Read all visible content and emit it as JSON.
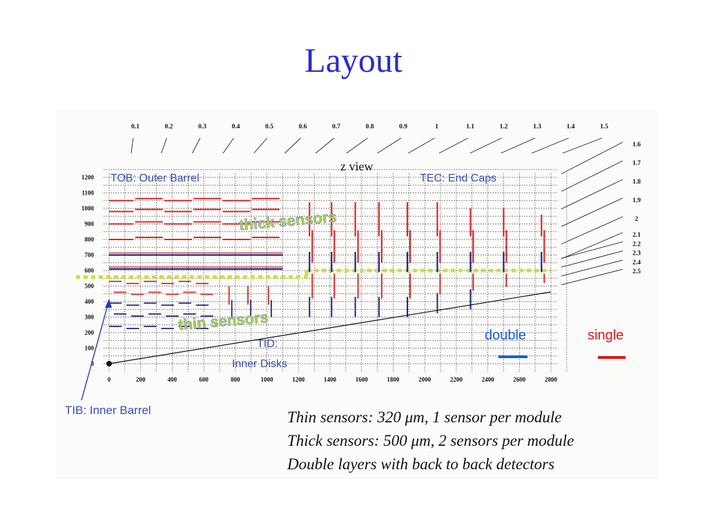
{
  "slide": {
    "title": "Layout"
  },
  "figure": {
    "eta_labels": [
      "0.1",
      "0.2",
      "0.3",
      "0.4",
      "0.5",
      "0.6",
      "0.7",
      "0.8",
      "0.9",
      "1",
      "1.1",
      "1.2",
      "1.3",
      "1.4",
      "1.5",
      "1.6",
      "1.7",
      "1.8",
      "1.9",
      "2",
      "2.1",
      "2.2",
      "2.3",
      "2.4",
      "2.5"
    ],
    "r_ticks": [
      "1200",
      "1100",
      "1000",
      "900",
      "800",
      "700",
      "600",
      "500",
      "400",
      "300",
      "200",
      "100",
      "0"
    ],
    "z_ticks": [
      "0",
      "200",
      "400",
      "600",
      "800",
      "1000",
      "1200",
      "1400",
      "1600",
      "1800",
      "2000",
      "2200",
      "2400",
      "2600",
      "2800"
    ],
    "view_label": "z view",
    "region_labels": {
      "tob": "TOB: Outer Barrel",
      "tec": "TEC: End Caps",
      "tid_line1": "TID:",
      "tid_line2": "Inner Disks",
      "tib": "TIB: Inner Barrel"
    },
    "sensor_labels": {
      "thick": "thick sensors",
      "thin": "thin sensors"
    },
    "legend": {
      "double_label": "double",
      "double_color": "#1a5fd6",
      "single_label": "single",
      "single_color": "#e01515"
    },
    "colors": {
      "single_module": "#d42a2a",
      "double_module": "#23237a",
      "region_text": "#3a4fb0",
      "boundary": "#c8e040"
    }
  },
  "caption": {
    "line1": "Thin sensors: 320 μm, 1 sensor per module",
    "line2": "Thick sensors: 500 μm, 2 sensors per module",
    "line3": "Double layers with back to back detectors"
  }
}
